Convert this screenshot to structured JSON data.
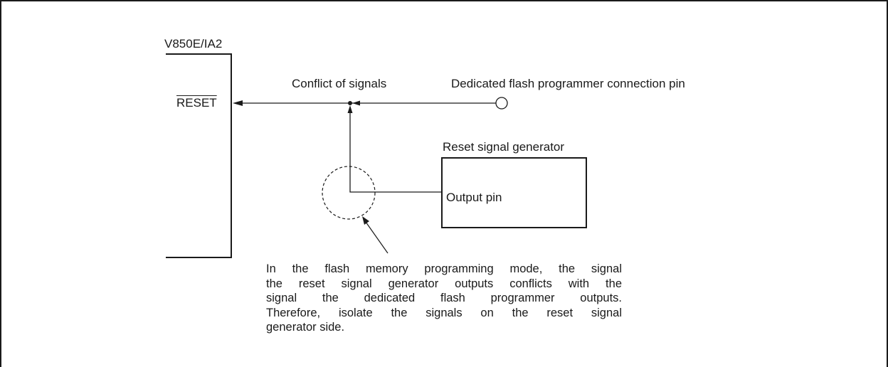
{
  "diagram": {
    "chip_name": "V850E/IA2",
    "reset_pin_label": "RESET",
    "conflict_label": "Conflict of signals",
    "connection_pin_label": "Dedicated flash programmer connection pin",
    "generator_title": "Reset signal generator",
    "output_pin_label": "Output pin",
    "note_lines": [
      "In the flash memory programming mode, the signal",
      "the reset signal generator outputs conflicts with the",
      "signal the dedicated flash programmer outputs.",
      "Therefore, isolate the signals on the reset signal",
      "generator side."
    ]
  }
}
